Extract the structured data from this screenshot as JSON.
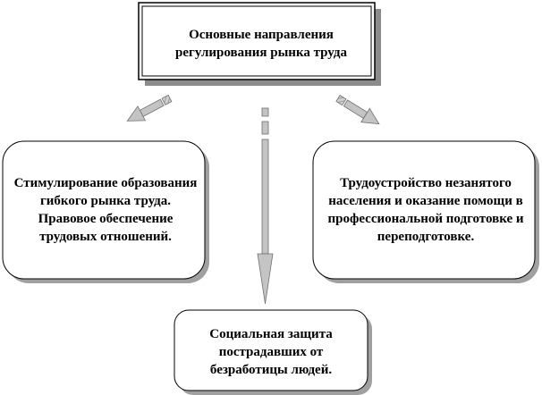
{
  "diagram": {
    "root": {
      "label": "Основные направления регулирования рынка труда"
    },
    "branches": [
      {
        "id": "left",
        "label": "Стимулирование образования гибкого рынка труда. Правовое обеспечение трудовых отношений."
      },
      {
        "id": "right",
        "label": "Трудоустройство незанятого населения и оказание помощи в профессиональной подготовке и переподготовке."
      },
      {
        "id": "bottom",
        "label": "Социальная защита пострадавших от безработицы людей."
      }
    ],
    "colors": {
      "box_fill": "#ffffff",
      "box_stroke": "#000000",
      "shadow": "#9a9a9a",
      "arrow_fill": "#bdbdbd",
      "arrow_stroke": "#6f6f6f"
    }
  }
}
